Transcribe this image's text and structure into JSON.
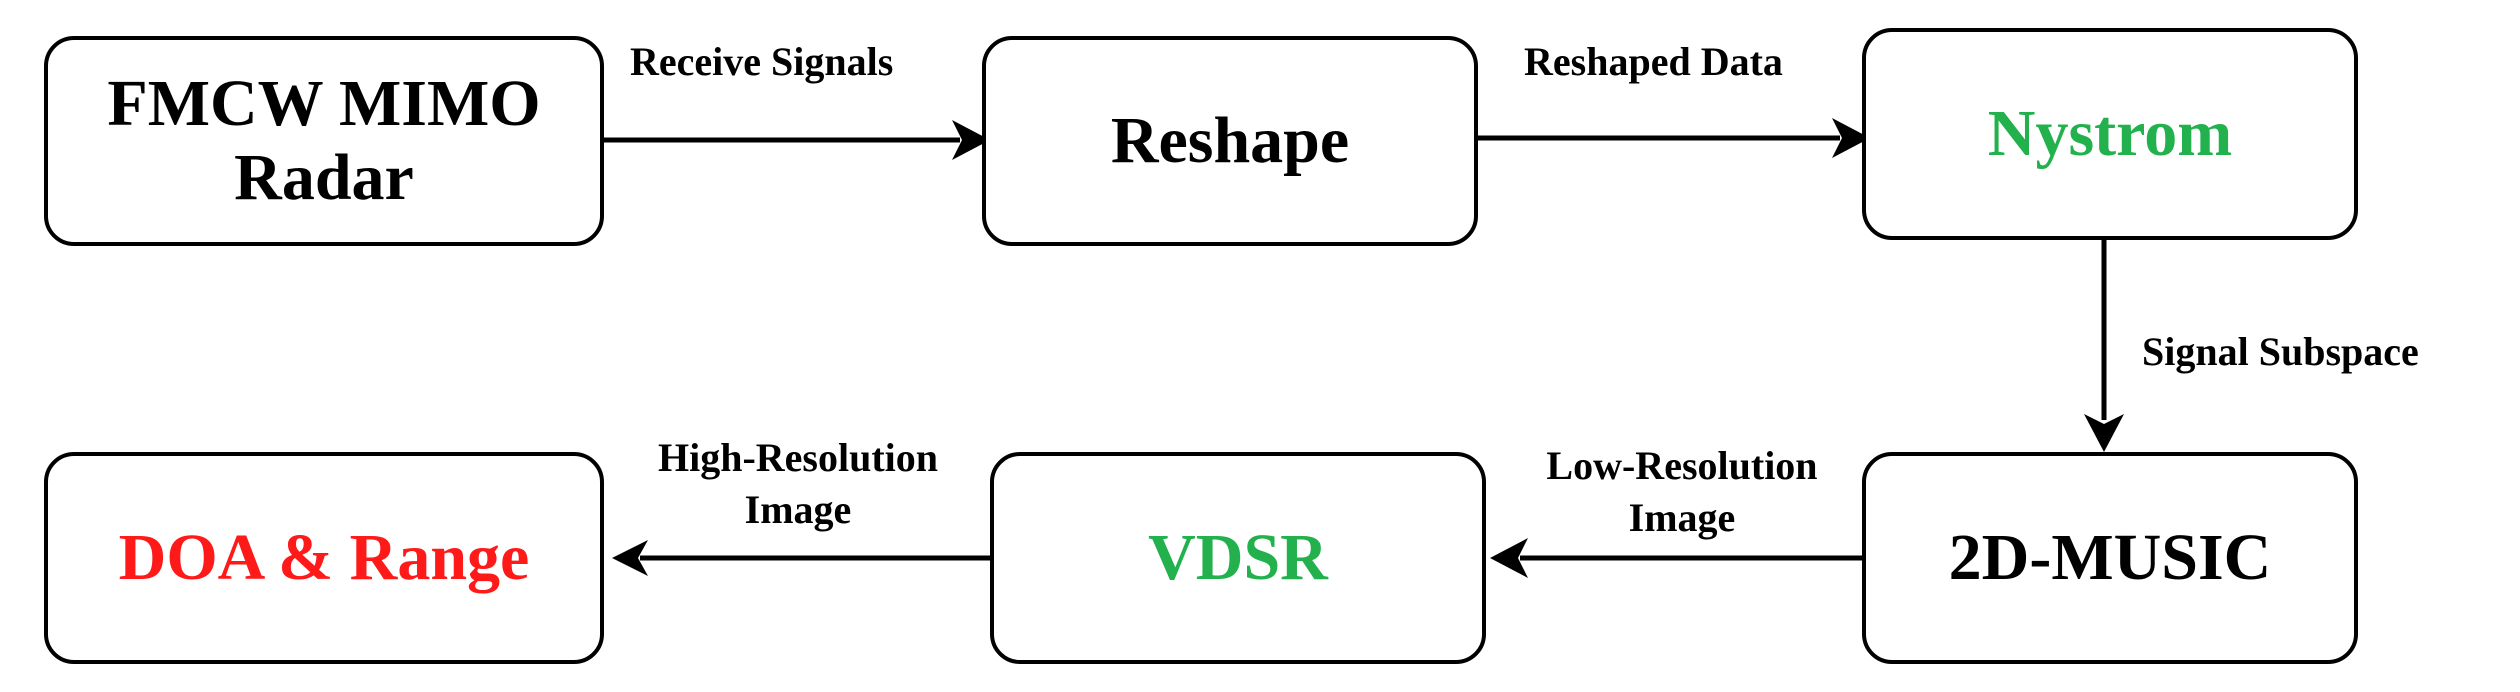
{
  "nodes": {
    "radar": {
      "line1": "FMCW MIMO",
      "line2": "Radar"
    },
    "reshape": {
      "label": "Reshape"
    },
    "nystrom": {
      "label": "Nystrom"
    },
    "music": {
      "label": "2D-MUSIC"
    },
    "vdsr": {
      "label": "VDSR"
    },
    "output": {
      "label": "DOA & Range"
    }
  },
  "edges": {
    "receive": {
      "label": "Receive Signals"
    },
    "reshaped": {
      "label": "Reshaped Data"
    },
    "subspace": {
      "label": "Signal Subspace"
    },
    "low_res": {
      "line1": "Low-Resolution",
      "line2": "Image"
    },
    "high_res": {
      "line1": "High-Resolution",
      "line2": "Image"
    }
  },
  "colors": {
    "green": "#22b14c",
    "red": "#ff1a1a",
    "stroke": "#000000"
  }
}
